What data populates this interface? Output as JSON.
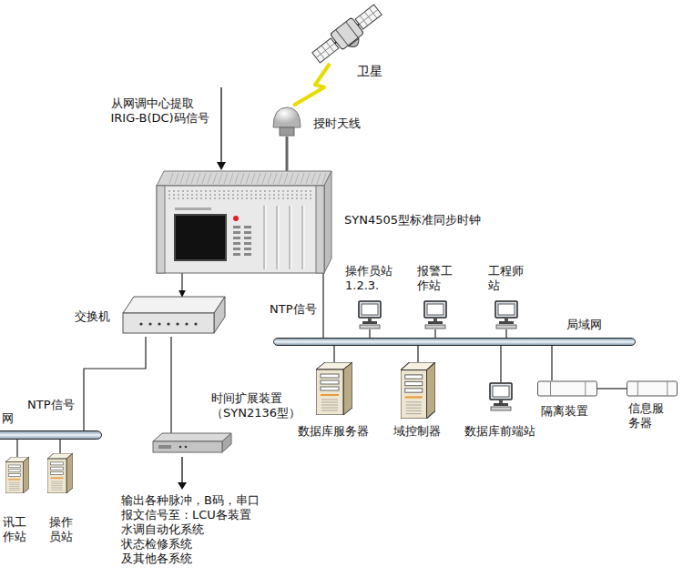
{
  "diagram": {
    "nodes": [
      {
        "text": [
          "卫星"
        ]
      },
      {
        "text": [
          "授时天线"
        ]
      },
      {
        "text": [
          "SYN4505型标准同步时钟"
        ]
      },
      {
        "text": [
          "交换机"
        ]
      },
      {
        "text": [
          "操作员站 1.2.3."
        ]
      },
      {
        "text": [
          "报警工 作站"
        ]
      },
      {
        "text": [
          "工程师 站"
        ]
      },
      {
        "text": [
          "局域网"
        ]
      },
      {
        "text": [
          "时间扩展装置 （SYN2136型）"
        ]
      },
      {
        "text": [
          "网"
        ]
      },
      {
        "text": [
          "数据库服务器"
        ]
      },
      {
        "text": [
          "域控制器"
        ]
      },
      {
        "text": [
          "数据库前端站"
        ]
      },
      {
        "text": [
          "隔离装置"
        ]
      },
      {
        "text": [
          "信息服 务器"
        ]
      },
      {
        "text": [
          "讯工 作站"
        ]
      },
      {
        "text": [
          "操作 员站"
        ]
      }
    ],
    "edges": [
      {
        "from": 0,
        "to": 1,
        "arrow": "none"
      },
      {
        "from": 1,
        "to": 2,
        "arrow": "none"
      },
      {
        "from": 2,
        "to": 3,
        "arrow": "to"
      },
      {
        "from": 2,
        "to": 7,
        "label": "NTP信号",
        "arrow": "none"
      },
      {
        "from": 3,
        "to": 9,
        "label": "NTP信号",
        "arrow": "none"
      },
      {
        "from": 3,
        "to": 8,
        "arrow": "none"
      },
      {
        "from": 4,
        "to": 7,
        "arrow": "none"
      },
      {
        "from": 5,
        "to": 7,
        "arrow": "none"
      },
      {
        "from": 6,
        "to": 7,
        "arrow": "none"
      },
      {
        "from": 7,
        "to": 10,
        "arrow": "none"
      },
      {
        "from": 7,
        "to": 11,
        "arrow": "none"
      },
      {
        "from": 7,
        "to": 12,
        "arrow": "none"
      },
      {
        "from": 7,
        "to": 13,
        "arrow": "none"
      },
      {
        "from": 13,
        "to": 14,
        "arrow": "none"
      },
      {
        "from": 9,
        "to": 15,
        "arrow": "none"
      },
      {
        "from": 9,
        "to": 16,
        "arrow": "none"
      }
    ],
    "labels": [
      "从网调中心提取 IRIG-B(DC)码信号",
      "输出各种脉冲，B码，串口 报文信号至：LCU各装置 水调自动化系统 状态检修系统 及其他各系统"
    ]
  }
}
